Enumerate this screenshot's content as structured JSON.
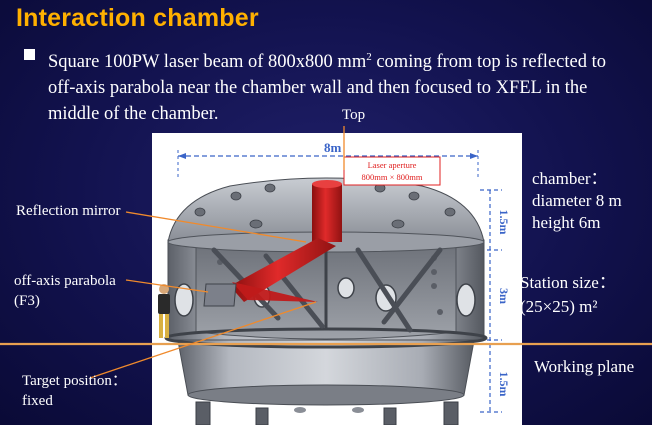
{
  "slide": {
    "title": "Interaction chamber",
    "bullet": {
      "text_before": "Square 100PW laser beam of 800x800 mm",
      "superscript": "2",
      "text_after": " coming from top is reflected to off-axis parabola near the chamber wall  and then focused to XFEL in the middle of the chamber."
    }
  },
  "diagram": {
    "labels": {
      "top": "Top",
      "reflection_mirror": "Reflection mirror",
      "off_axis_parabola": "off-axis parabola",
      "off_axis_parabola_sub": "(F3)",
      "target_position": "Target position：",
      "target_position_sub": "fixed",
      "working_plane": "Working plane"
    },
    "dimensions": {
      "width": "8m",
      "upper_height": "1.5m",
      "middle_height": "3m",
      "lower_height": "1.5m"
    },
    "laser_aperture": {
      "title": "Laser aperture",
      "size": "800mm × 800mm"
    },
    "chamber_info": {
      "heading": "chamber：",
      "diameter": "diameter 8 m",
      "height": "height 6m"
    },
    "station_info": {
      "heading": "Station size：",
      "size": "(25×25) m²"
    }
  },
  "colors": {
    "title": "#ffb000",
    "background": "#12124e",
    "laser": "#cc1f1f",
    "annotation_line": "#f08a2c",
    "working_plane": "#e8a050",
    "dimension": "#3a64c8",
    "aperture_box": "#e02020"
  }
}
